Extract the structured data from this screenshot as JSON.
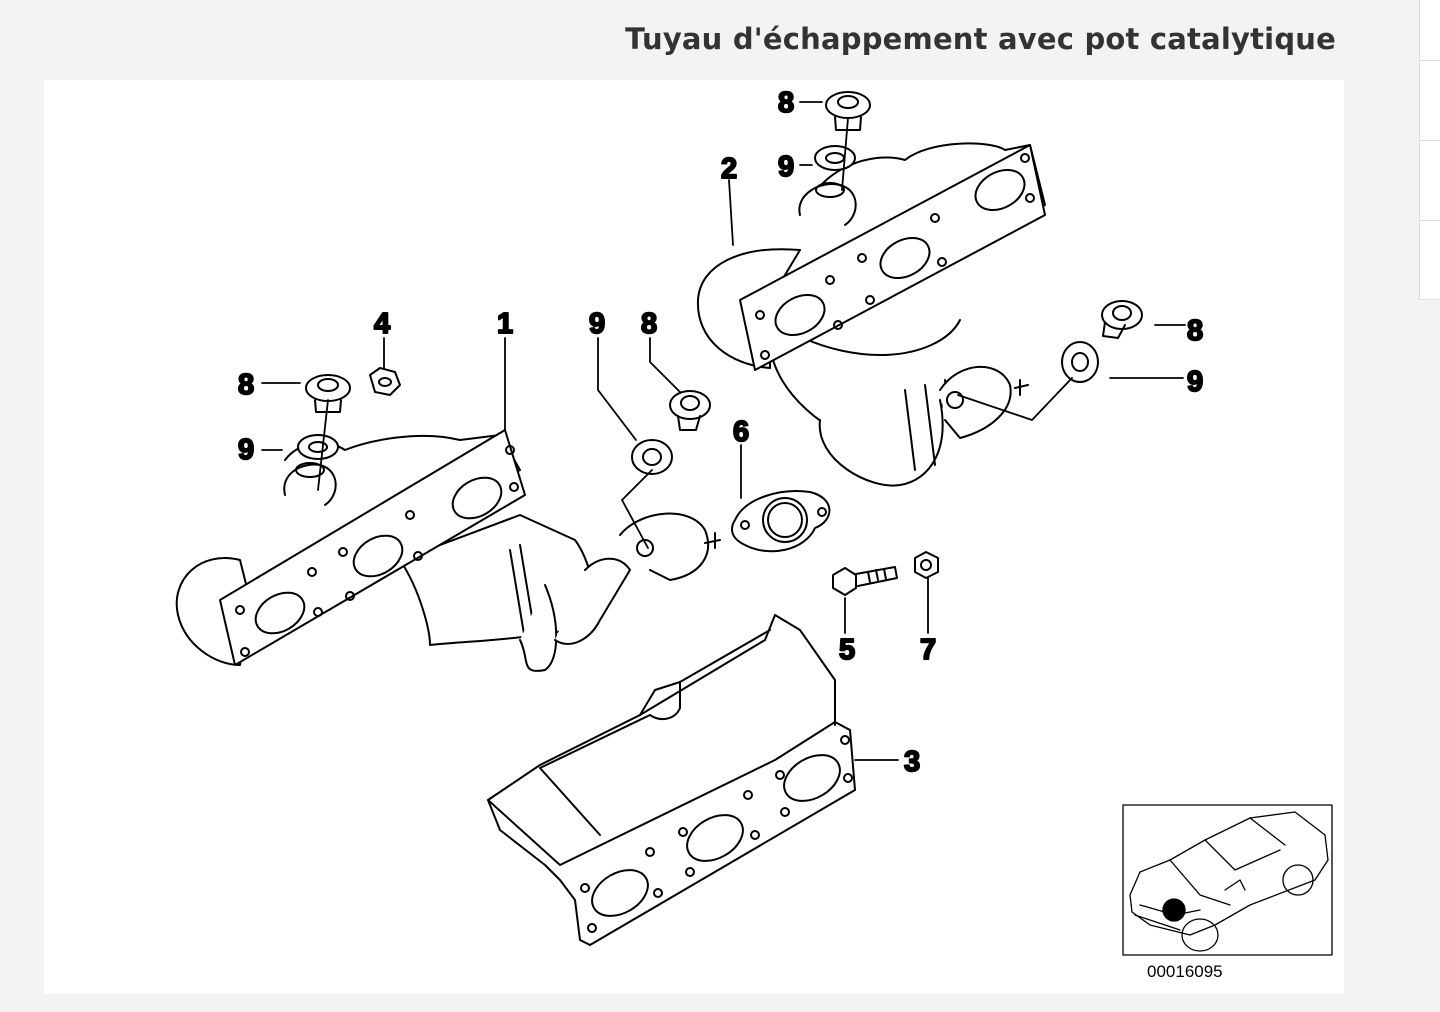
{
  "header": {
    "title": "Tuyau d'échappement avec pot catalytique"
  },
  "diagram": {
    "callouts": [
      {
        "id": "c-8a",
        "label": "8"
      },
      {
        "id": "c-9a",
        "label": "9"
      },
      {
        "id": "c-2",
        "label": "2"
      },
      {
        "id": "c-8b",
        "label": "8"
      },
      {
        "id": "c-9b",
        "label": "9"
      },
      {
        "id": "c-4",
        "label": "4"
      },
      {
        "id": "c-1",
        "label": "1"
      },
      {
        "id": "c-9c",
        "label": "9"
      },
      {
        "id": "c-8c",
        "label": "8"
      },
      {
        "id": "c-8d",
        "label": "8"
      },
      {
        "id": "c-9d",
        "label": "9"
      },
      {
        "id": "c-6",
        "label": "6"
      },
      {
        "id": "c-5",
        "label": "5"
      },
      {
        "id": "c-7",
        "label": "7"
      },
      {
        "id": "c-3",
        "label": "3"
      }
    ]
  },
  "thumbnail": {
    "catalog_number": "00016095"
  }
}
